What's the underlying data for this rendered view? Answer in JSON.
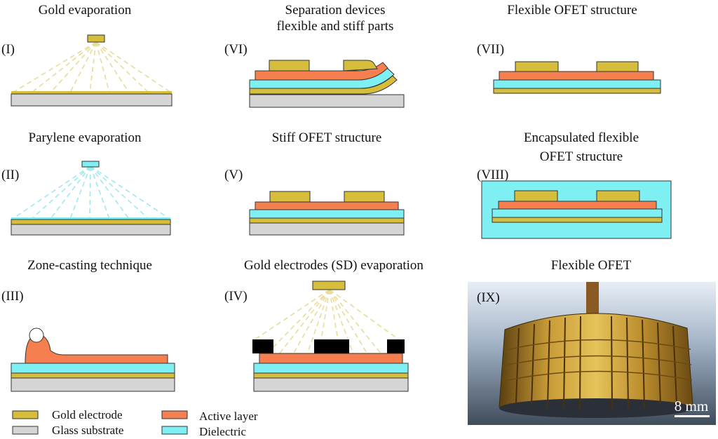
{
  "colors": {
    "gold": "#d6bd3c",
    "glass": "#d5d5d5",
    "active": "#f57f4f",
    "dielectric": "#7ef0f4",
    "black": "#000000",
    "photo_bg": "#5d6d7c"
  },
  "panels": {
    "p1": {
      "title": "Gold evaporation",
      "label": "(I)"
    },
    "p6": {
      "title_line1": "Separation devices",
      "title_line2": "flexible and stiff parts",
      "label": "(VI)"
    },
    "p7": {
      "title": "Flexible OFET structure",
      "label": "(VII)"
    },
    "p2": {
      "title": "Parylene evaporation",
      "label": "(II)"
    },
    "p5": {
      "title": "Stiff OFET structure",
      "label": "(V)"
    },
    "p8": {
      "title_line1": "Encapsulated flexible",
      "title_line2": "OFET structure",
      "label": "(VIII)"
    },
    "p3": {
      "title": "Zone-casting technique",
      "label": "(III)"
    },
    "p4": {
      "title": "Gold electrodes (SD) evaporation",
      "label": "(IV)"
    },
    "p9": {
      "title": "Flexible OFET",
      "label": "(IX)",
      "scale_bar": "8 mm"
    }
  },
  "legend": {
    "gold": "Gold electrode",
    "glass": "Glass substrate",
    "active": "Active layer",
    "dielectric": "Dielectric"
  }
}
